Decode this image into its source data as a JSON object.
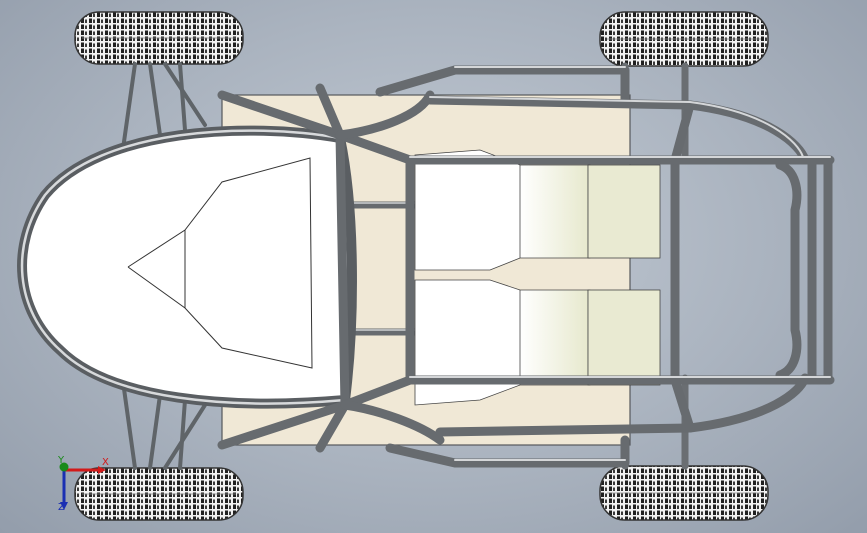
{
  "window": {
    "view": "top",
    "model": "buggy-chassis-assembly"
  },
  "colors": {
    "background": "#aab3bf",
    "floor_panel": "#f0e8d6",
    "tube": "#676b6f",
    "tube_highlight": "#d4d6d8",
    "seat": "#ffffff",
    "seat_shade": "#e9ead2",
    "tire": "#2a2a2a",
    "axis_x": "#d21a1a",
    "axis_y": "#1a8a1a",
    "axis_z": "#1a2fb3"
  },
  "triad": {
    "x_label": "X",
    "y_label": "Y",
    "z_label": "Z"
  },
  "icons": [
    "wheel-icon",
    "seat-icon",
    "axis-triad-icon"
  ]
}
